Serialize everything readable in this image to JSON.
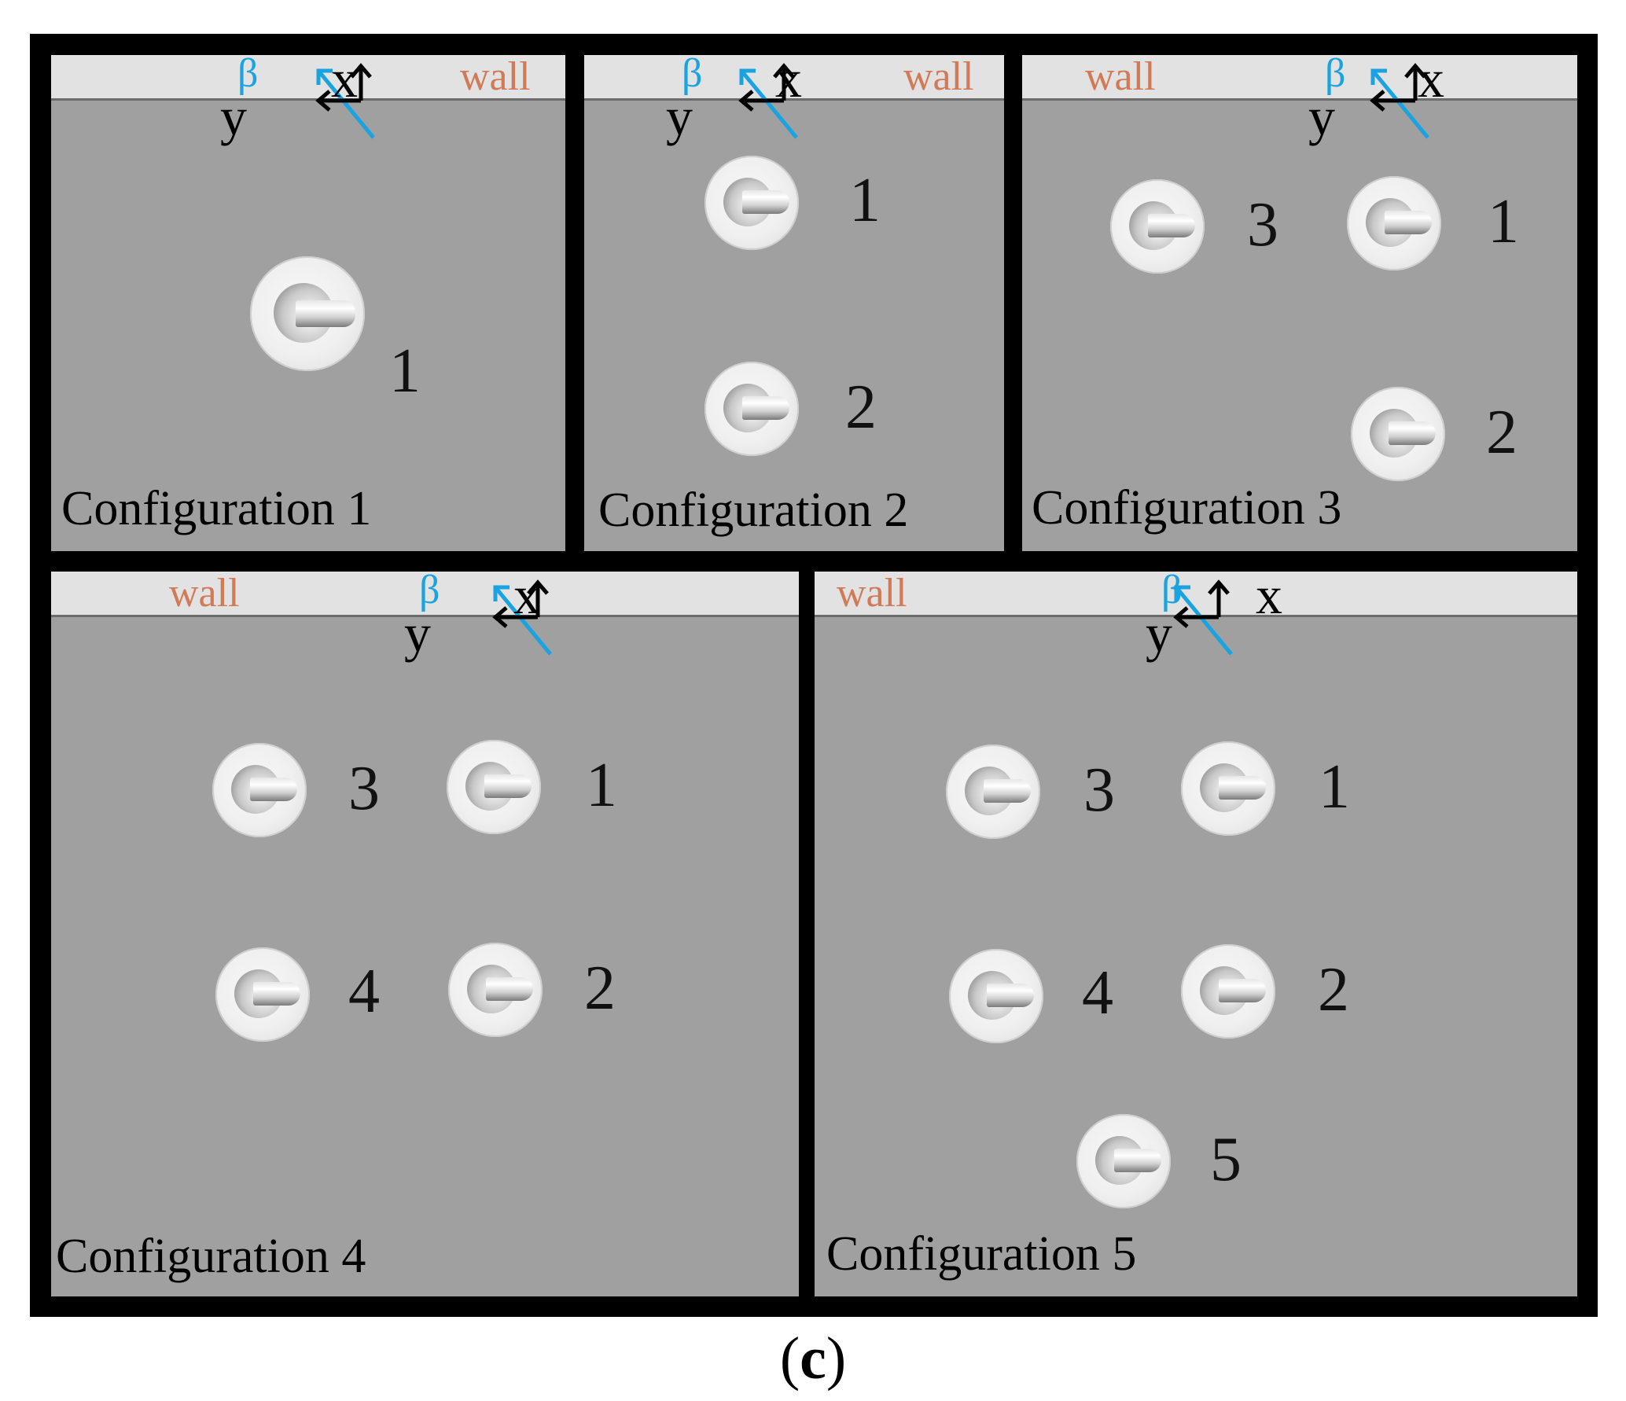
{
  "figure_label": {
    "open": "(",
    "letter": "c",
    "close": ")"
  },
  "axes_labels": {
    "x": "x",
    "y": "y",
    "beta": "β"
  },
  "colors": {
    "wall_label": "#d07a58",
    "beta_arrow": "#1aa3e0",
    "panel": "#a0a0a0",
    "wall_strip": "#e2e2e2"
  },
  "panels": [
    {
      "config_label": "Configuration 1",
      "wall_label": "wall",
      "unit_numbers": [
        "1"
      ]
    },
    {
      "config_label": "Configuration 2",
      "wall_label": "wall",
      "unit_numbers": [
        "1",
        "2"
      ]
    },
    {
      "config_label": "Configuration 3",
      "wall_label": "wall",
      "unit_numbers": [
        "1",
        "2",
        "3"
      ]
    },
    {
      "config_label": "Configuration 4",
      "wall_label": "wall",
      "unit_numbers": [
        "1",
        "2",
        "3",
        "4"
      ]
    },
    {
      "config_label": "Configuration 5",
      "wall_label": "wall",
      "unit_numbers": [
        "1",
        "2",
        "3",
        "4",
        "5"
      ]
    }
  ]
}
